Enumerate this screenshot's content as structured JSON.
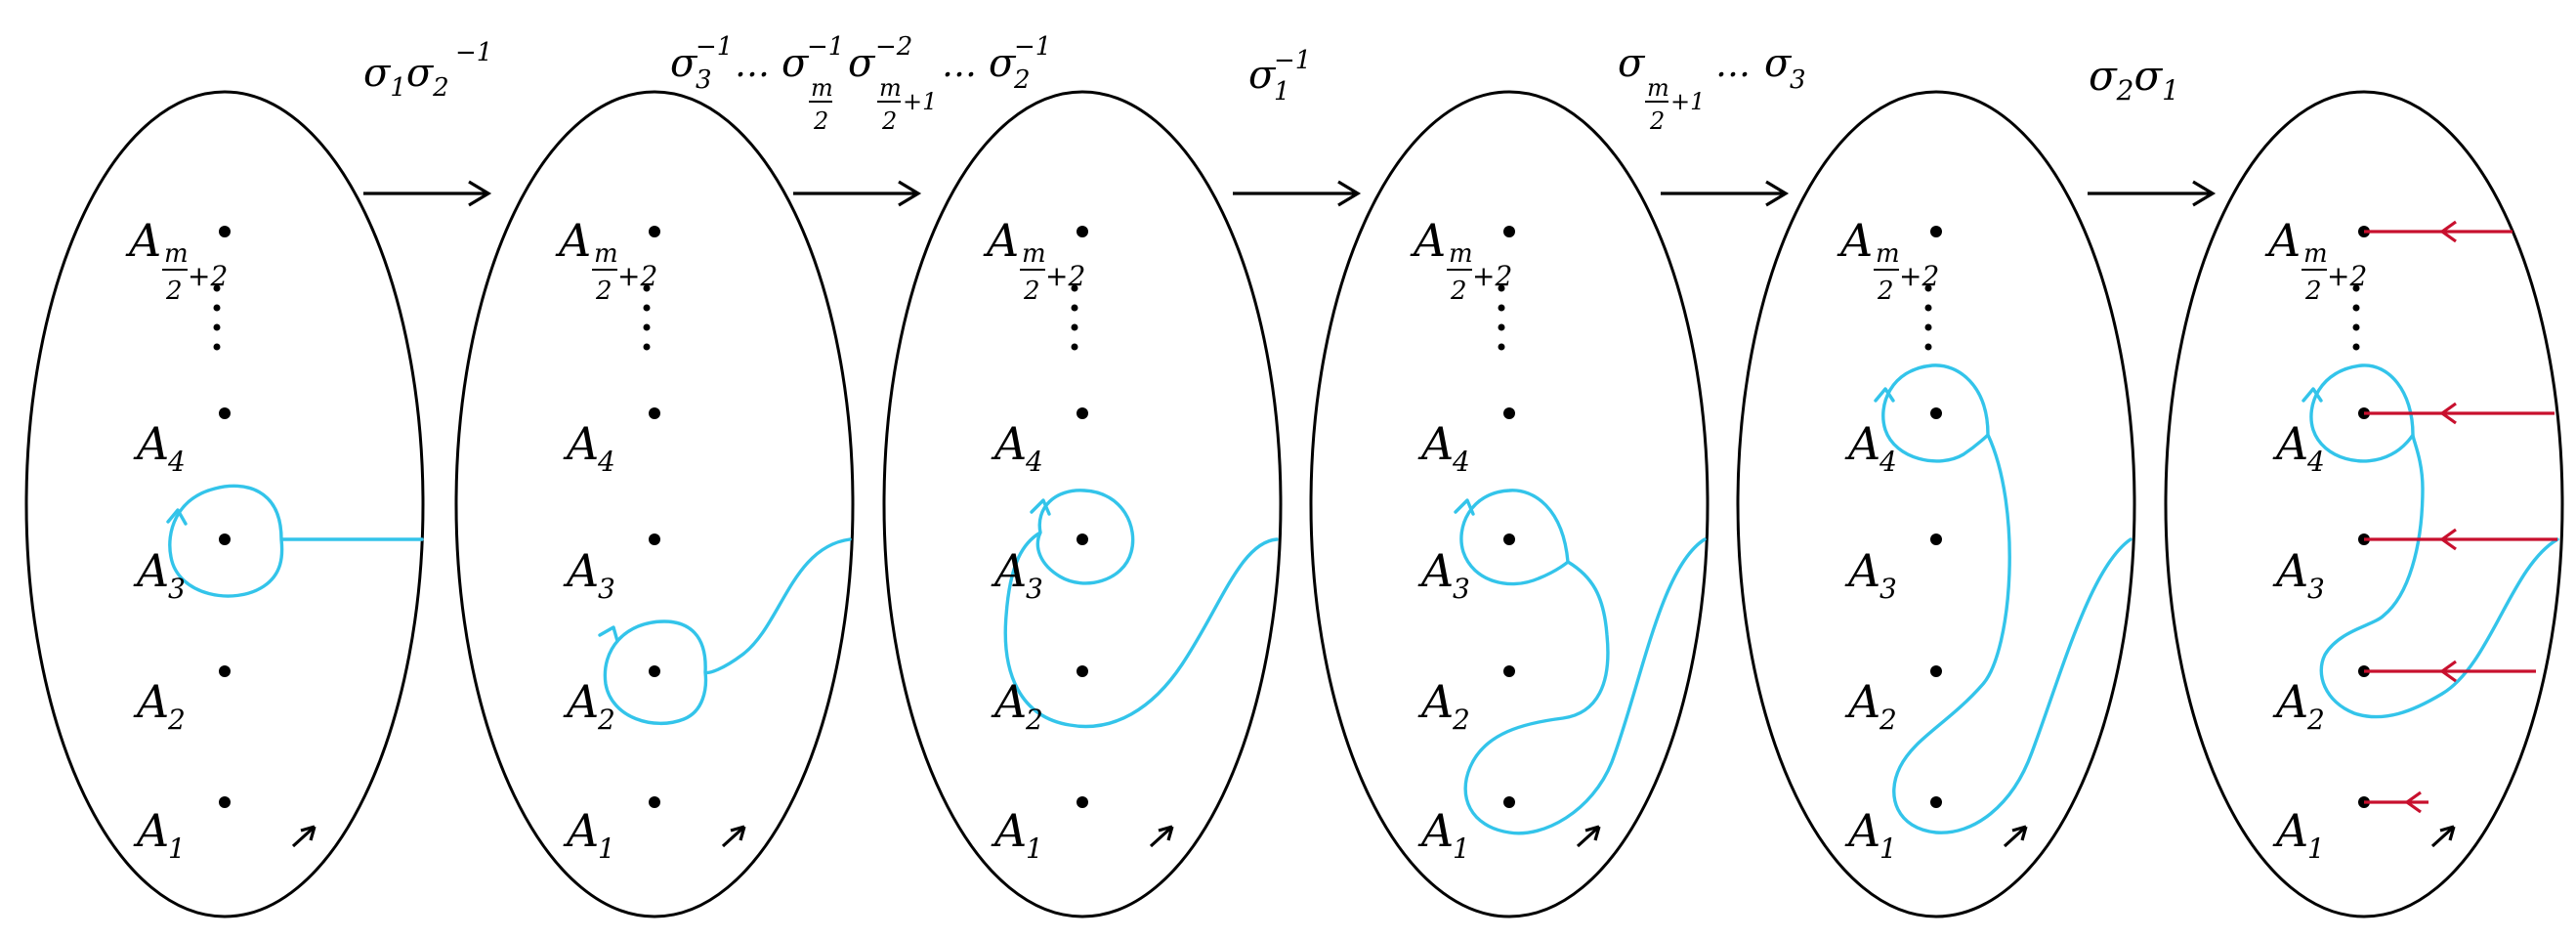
{
  "diagram": {
    "operations": [
      {
        "base": "σ",
        "parts": "σ₁σ₂⁻¹"
      },
      {
        "parts": "σ₃⁻¹…σ_{m/2}⁻¹σ_{m/2+1}⁻²…σ₂⁻¹"
      },
      {
        "parts": "σ₁⁻¹"
      },
      {
        "parts": "σ_{m/2+1}…σ₃"
      },
      {
        "parts": "σ₂σ₁"
      }
    ],
    "point_labels": {
      "a1": "A",
      "sub1": "1",
      "a2": "A",
      "sub2": "2",
      "a3": "A",
      "sub3": "3",
      "a4": "A",
      "sub4": "4",
      "atop": "A",
      "subtop_num": "m",
      "subtop_den": "2",
      "subtop_plus": "+2"
    },
    "ops": {
      "op1": {
        "s1": "σ",
        "i1": "1",
        "s2": "σ",
        "i2": "2",
        "e2": "−1"
      },
      "op2": {
        "s1": "σ",
        "i1": "3",
        "e1": "−1",
        "dots1": "…",
        "s2": "σ",
        "n2": "m",
        "d2": "2",
        "e2": "−1",
        "s3": "σ",
        "n3": "m",
        "d3": "2",
        "p3": "+1",
        "e3": "−2",
        "dots2": "…",
        "s4": "σ",
        "i4": "2",
        "e4": "−1"
      },
      "op3": {
        "s1": "σ",
        "i1": "1",
        "e1": "−1"
      },
      "op4": {
        "s1": "σ",
        "n1": "m",
        "d1": "2",
        "p1": "+1",
        "dots": "…",
        "s2": "σ",
        "i2": "3"
      },
      "op5": {
        "s1": "σ",
        "i1": "2",
        "s2": "σ",
        "i2": "1"
      }
    },
    "colors": {
      "loop": "#33c4ea",
      "red_arrows": "#c8102e",
      "outline": "#000000"
    }
  }
}
